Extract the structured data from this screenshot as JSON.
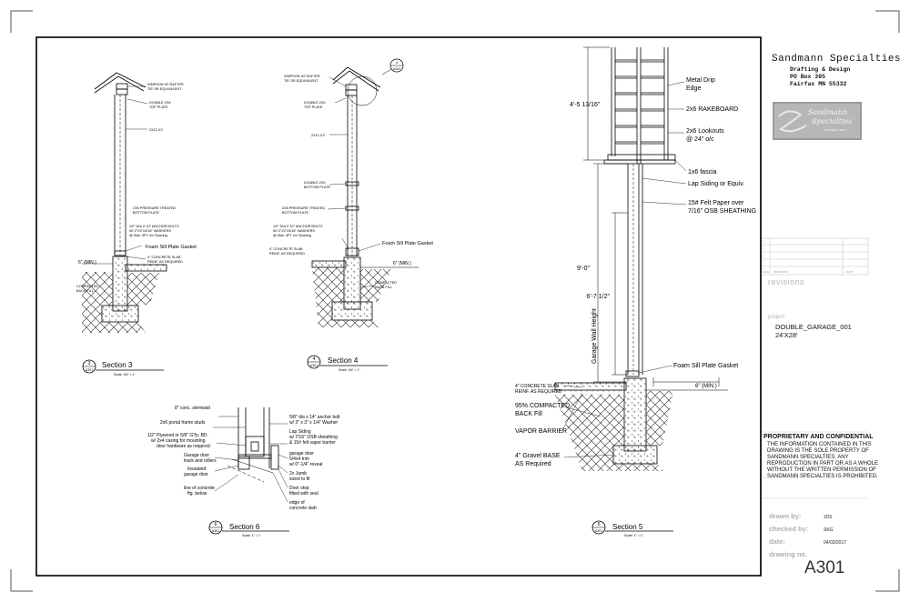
{
  "title_block": {
    "firm_name": "Sandmann Specialties",
    "firm_line1": "Drafting & Design",
    "firm_line2": "PO Box 395",
    "firm_line3": "Fairfax MN 55332",
    "logo_text1": "Sandmann",
    "logo_text2": "Specialties",
    "logo_text3": "Design Arts",
    "rev_col1": "REV",
    "rev_col2": "REVISIONS",
    "rev_col3": "DATE",
    "revisions_label": "revisions",
    "project_label": "project",
    "project_name": "DOUBLE_GARAGE_001",
    "project_size": "24'X28'",
    "confidential_title": "PROPRIETARY AND CONFIDENTIAL",
    "confidential_lines": [
      "THE INFORMATION CONTAINED IN THIS",
      "DRAWING IS THE SOLE PROPERTY OF",
      "SANDMANN SPECIALTIES.  ANY",
      "REPRODUCTION IN PART OR AS A WHOLE",
      "WITHOUT THE WRITTEN PERMISSION OF",
      "SANDMANN SPECIALTIES IS PROHIBITED."
    ],
    "drawn_by_label": "drawn by:",
    "drawn_by": "JDS",
    "checked_by_label": "checked by:",
    "checked_by": "SKG",
    "date_label": "date:",
    "date": "04/03/2017",
    "drawing_no_label": "drawing no.",
    "sheet_number": "A301"
  },
  "section3": {
    "title": "Section 3",
    "scale": "Scale: 3/4\" = 1'",
    "bubble_top": "3",
    "bubble_bottom": "A301",
    "labels": {
      "rafter_tie1": "SIMPSON H2 RAFTER",
      "rafter_tie2": "TIE OR EQUIVALENT",
      "top_plate1": "DOUBLE 2X6",
      "top_plate2": "TOP PLATE",
      "stud": "2X12 X3",
      "pt_plate1": "2X6 PRESSURE TREATED",
      "pt_plate2": "BOTTOM PLATE",
      "bolts1": "1/2\" DIA X 10\" ANCHOR BOLTS",
      "bolts2": "W/ 2\"X2\"x3/16\" WASHERS",
      "bolts3": "@ Max. 6FT o/c Spacing",
      "gasket": "Foam Sill Plate Gasket",
      "slab1": "4\" CONCRETE SLAB",
      "slab2": "REINF. AS REQUIRED",
      "min": "6\" (MIN.)",
      "backfill1": "COMPACTED",
      "backfill2": "BACK FILL"
    }
  },
  "section4": {
    "title": "Section 4",
    "scale": "Scale: 3/4\" = 1'",
    "bubble_top": "4",
    "bubble_bottom": "A301",
    "callout_top": "4",
    "callout_bottom": "A302",
    "labels": {
      "rafter_tie1": "SIMPSON H2 RAFTER",
      "rafter_tie2": "TIE OR EQUIVALENT",
      "top_plate1": "DOUBLE 2X6",
      "top_plate2": "TOP PLATE",
      "stud": "2X12 X3",
      "bot_plate1": "DOUBLE 2X6",
      "bot_plate2": "BOTTOM PLATE",
      "pt_plate1": "2X6 PRESSURE TREATED",
      "pt_plate2": "BOTTOM PLATE",
      "bolts1": "1/2\" DIA X 10\" ANCHOR BOLTS",
      "bolts2": "W/ 2\"X2\"x3/16\" WASHERS",
      "bolts3": "@ Max. 6FT o/c Spacing",
      "gasket": "Foam Sill Plate Gasket",
      "slab1": "4\" CONCRETE SLAB",
      "slab2": "REINF. AS REQUIRED",
      "min": "6\" (MIN.)",
      "backfill1": "COMPACTED",
      "backfill2": "BACK FILL"
    }
  },
  "section5": {
    "title": "Section 5",
    "scale": "Scale: 1\" = 1'",
    "bubble_top": "5",
    "bubble_bottom": "A301",
    "dim_top": "4'-5 13/16\"",
    "dim_total": "9'-0\"",
    "dim_inner": "6'-7 1/2\"",
    "wall_height": "Garage Wall Height",
    "labels": {
      "drip1": "Metal Drip",
      "drip2": "Edge",
      "rakeboard": "2x6 RAKEBOARD",
      "lookouts1": "2x6 Lookouts",
      "lookouts2": "@ 24\" o/c",
      "fascia": "1x6 fascia",
      "siding": "Lap Siding or Equiv.",
      "felt1": "15# Felt Paper over",
      "felt2": "7/16\" OSB SHEATHING",
      "gasket": "Foam Sill Plate Gasket",
      "min": "6\" (MIN.)",
      "slab1": "4\" CONCRETE SLAB",
      "slab2": "REINF. AS REQUIRED",
      "fill1": "95% COMPACTED",
      "fill2": "BACK Fill",
      "vapor": "VAPOR BARRIER",
      "gravel1": "4\" Gravel BASE",
      "gravel2": "AS Required"
    }
  },
  "section6": {
    "title": "Section 6",
    "scale": "Scale: 1\" = 1'",
    "bubble_top": "6",
    "bubble_bottom": "A301",
    "labels": {
      "stemwall": "8\" conc. stemwall",
      "portal": "2x6 portal frame studs",
      "plywood1": "1/2\" Plywood or 5/8\" G?p. BD.",
      "plywood2": "w/ 2x4 casing for mounting",
      "plywood3": "door hardware as required",
      "track1": "Garage door",
      "track2": "track and rollers",
      "insulated1": "Insulated",
      "insulated2": "garage door",
      "concrete1": "line of concrete",
      "concrete2": "ftg. below",
      "anchor1": "5/8\" dia x 14\" anchor bolt",
      "anchor2": "w/ 3\" x 3\" x 1/4\" Washer",
      "lap1": "Lap Siding",
      "lap2": "w/ 7/16\" OSB sheathing",
      "lap3": "& 15# felt vapor barrier",
      "door1": "garage door",
      "door2": "5/4x4 trim",
      "door3": "w/ 0\"-1/4\" reveal",
      "jamb1": "2x Jamb",
      "jamb2": "sized to fit",
      "stop1": "Door stop",
      "stop2": "fitted with seal",
      "edge1": "edge of",
      "edge2": "concrete slab"
    }
  }
}
